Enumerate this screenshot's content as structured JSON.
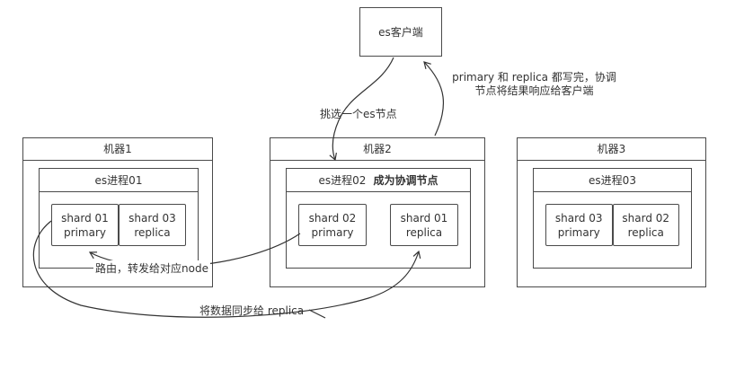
{
  "client": {
    "label": "es客户端"
  },
  "machines": [
    {
      "title": "机器1",
      "process": "es进程01",
      "note": "",
      "shards": [
        {
          "name": "shard 01",
          "role": "primary"
        },
        {
          "name": "shard 03",
          "role": "replica"
        }
      ]
    },
    {
      "title": "机器2",
      "process": "es进程02",
      "note": "成为协调节点",
      "shards": [
        {
          "name": "shard 02",
          "role": "primary"
        },
        {
          "name": "shard 01",
          "role": "replica"
        }
      ]
    },
    {
      "title": "机器3",
      "process": "es进程03",
      "note": "",
      "shards": [
        {
          "name": "shard 03",
          "role": "primary"
        },
        {
          "name": "shard 02",
          "role": "replica"
        }
      ]
    }
  ],
  "annotations": {
    "pick_node": "挑选一个es节点",
    "write_done_line1": "primary 和 replica 都写完，协调",
    "write_done_line2": "节点将结果响应给客户端",
    "route": "路由，转发给对应node",
    "sync": "将数据同步给 replica"
  },
  "colors": {
    "line": "#333333",
    "border": "#4a4a4a",
    "background": "#ffffff",
    "text": "#333333"
  }
}
